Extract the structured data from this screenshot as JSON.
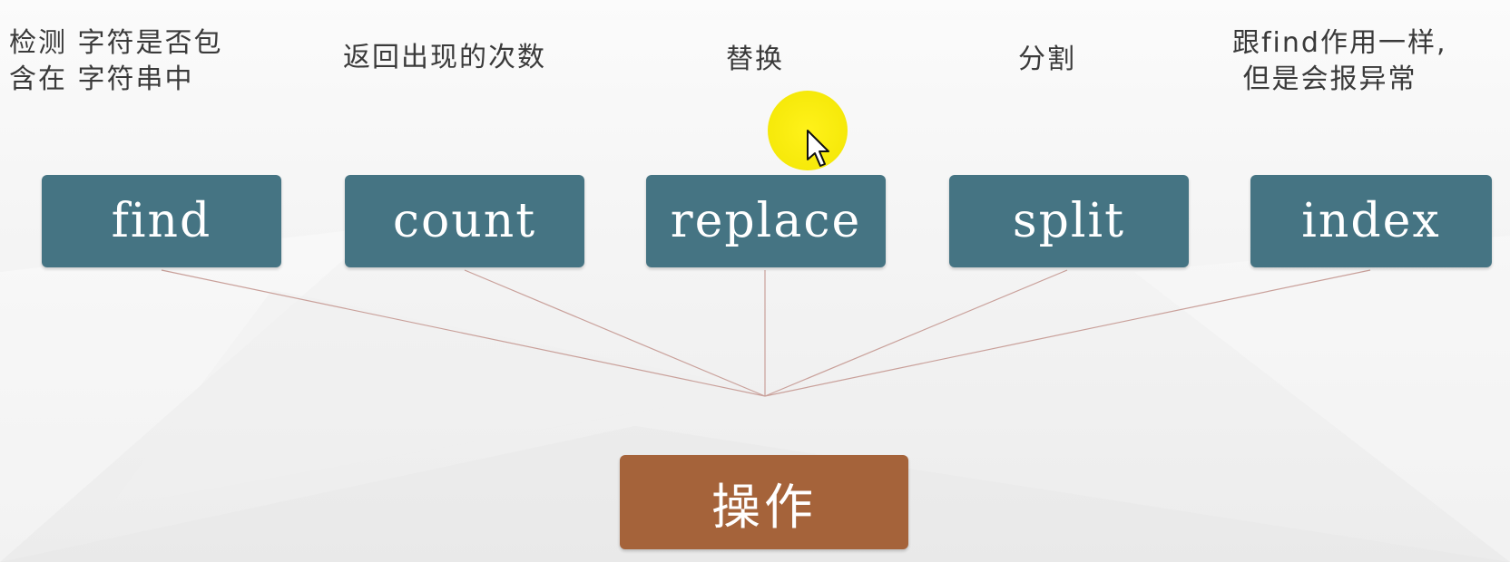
{
  "diagram": {
    "root": {
      "label": "操作"
    },
    "methods": [
      {
        "label": "find",
        "description": "检测 字符是否包\n含在 字符串中"
      },
      {
        "label": "count",
        "description": "返回出现的次数"
      },
      {
        "label": "replace",
        "description": "替换"
      },
      {
        "label": "split",
        "description": "分割"
      },
      {
        "label": "index",
        "description": "跟find作用一样,\n 但是会报异常"
      }
    ]
  },
  "colors": {
    "method_box": "#457483",
    "root_box": "#a5633a",
    "connector": "#c9a09a",
    "cursor_highlight": "#f6e90a"
  },
  "icons": {
    "cursor": "mouse-pointer-icon"
  }
}
